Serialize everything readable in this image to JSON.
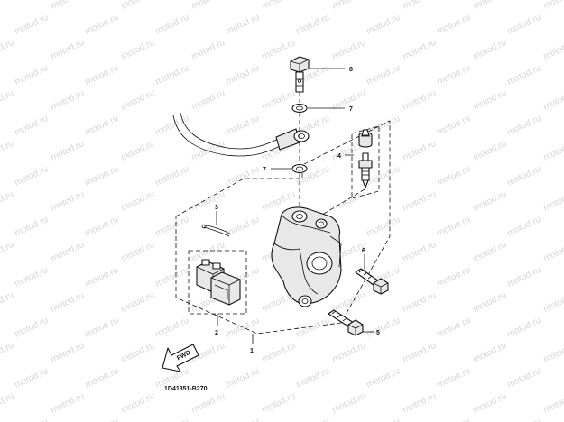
{
  "watermark": {
    "text": "motod.ru"
  },
  "callouts": {
    "c1": "1",
    "c2": "2",
    "c3": "3",
    "c4": "4",
    "c5": "5",
    "c6": "6",
    "c7a": "7",
    "c7b": "7",
    "c8": "8"
  },
  "fwd_arrow": {
    "label": "FWD"
  },
  "diagram_code": "1D41351-B270"
}
